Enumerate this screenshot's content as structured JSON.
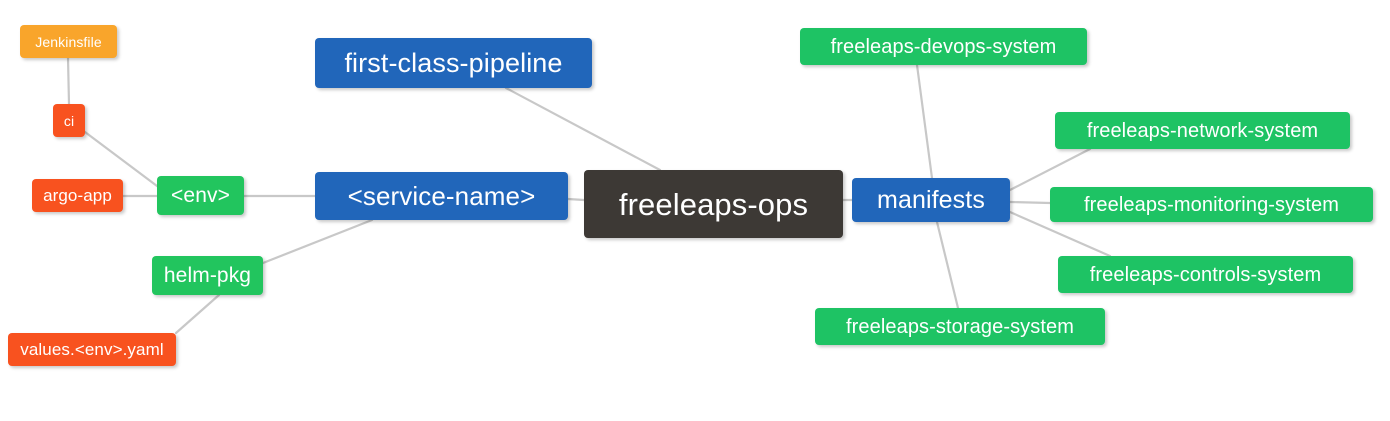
{
  "diagram": {
    "type": "mindmap",
    "title": "freeleaps-ops",
    "background": "#ffffff",
    "edge_color": "#c8c8c8"
  },
  "palette": {
    "root_dark": "#3d3935",
    "blue": "#2166ba",
    "green": "#22c55e",
    "orange": "#f9a52b",
    "red": "#f8521f"
  },
  "nodes": {
    "root": {
      "label": "freeleaps-ops"
    },
    "service_name": {
      "label": "<service-name>"
    },
    "first_class_pipeline": {
      "label": "first-class-pipeline"
    },
    "manifests": {
      "label": "manifests"
    },
    "env": {
      "label": "<env>"
    },
    "ci": {
      "label": "ci"
    },
    "jenkinsfile": {
      "label": "Jenkinsfile"
    },
    "argo_app": {
      "label": "argo-app"
    },
    "helm_pkg": {
      "label": "helm-pkg"
    },
    "values_yaml": {
      "label": "values.<env>.yaml"
    },
    "devops_system": {
      "label": "freeleaps-devops-system"
    },
    "network_system": {
      "label": "freeleaps-network-system"
    },
    "monitoring_system": {
      "label": "freeleaps-monitoring-system"
    },
    "controls_system": {
      "label": "freeleaps-controls-system"
    },
    "storage_system": {
      "label": "freeleaps-storage-system"
    }
  },
  "edges": [
    {
      "from": "root",
      "to": "service_name"
    },
    {
      "from": "root",
      "to": "first_class_pipeline"
    },
    {
      "from": "root",
      "to": "manifests"
    },
    {
      "from": "service_name",
      "to": "env"
    },
    {
      "from": "service_name",
      "to": "helm_pkg"
    },
    {
      "from": "env",
      "to": "ci"
    },
    {
      "from": "env",
      "to": "argo_app"
    },
    {
      "from": "ci",
      "to": "jenkinsfile"
    },
    {
      "from": "helm_pkg",
      "to": "values_yaml"
    },
    {
      "from": "manifests",
      "to": "devops_system"
    },
    {
      "from": "manifests",
      "to": "network_system"
    },
    {
      "from": "manifests",
      "to": "monitoring_system"
    },
    {
      "from": "manifests",
      "to": "controls_system"
    },
    {
      "from": "manifests",
      "to": "storage_system"
    }
  ]
}
